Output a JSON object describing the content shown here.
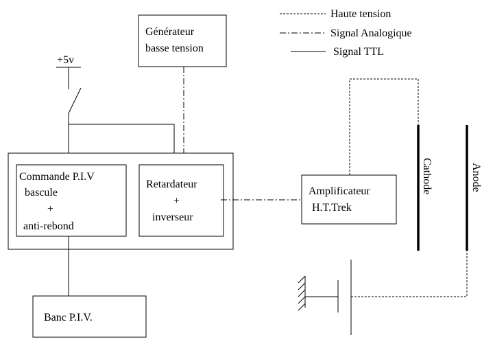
{
  "legend": {
    "high_voltage": "Haute tension",
    "analog_signal": "Signal Analogique",
    "ttl_signal": "Signal TTL"
  },
  "supply": {
    "label": "+5v"
  },
  "blocks": {
    "generator": {
      "line1": "Générateur",
      "line2": "basse tension"
    },
    "command": {
      "line1": "Commande P.I.V",
      "line2": "bascule",
      "line3": "+",
      "line4": "anti-rebond"
    },
    "delay": {
      "line1": "Retardateur",
      "line2": "+",
      "line3": "inverseur"
    },
    "amplifier": {
      "line1": "Amplificateur",
      "line2": "H.T.Trek"
    },
    "bench": {
      "label": "Banc P.I.V."
    }
  },
  "electrodes": {
    "cathode": "Cathode",
    "anode": "Anode"
  }
}
